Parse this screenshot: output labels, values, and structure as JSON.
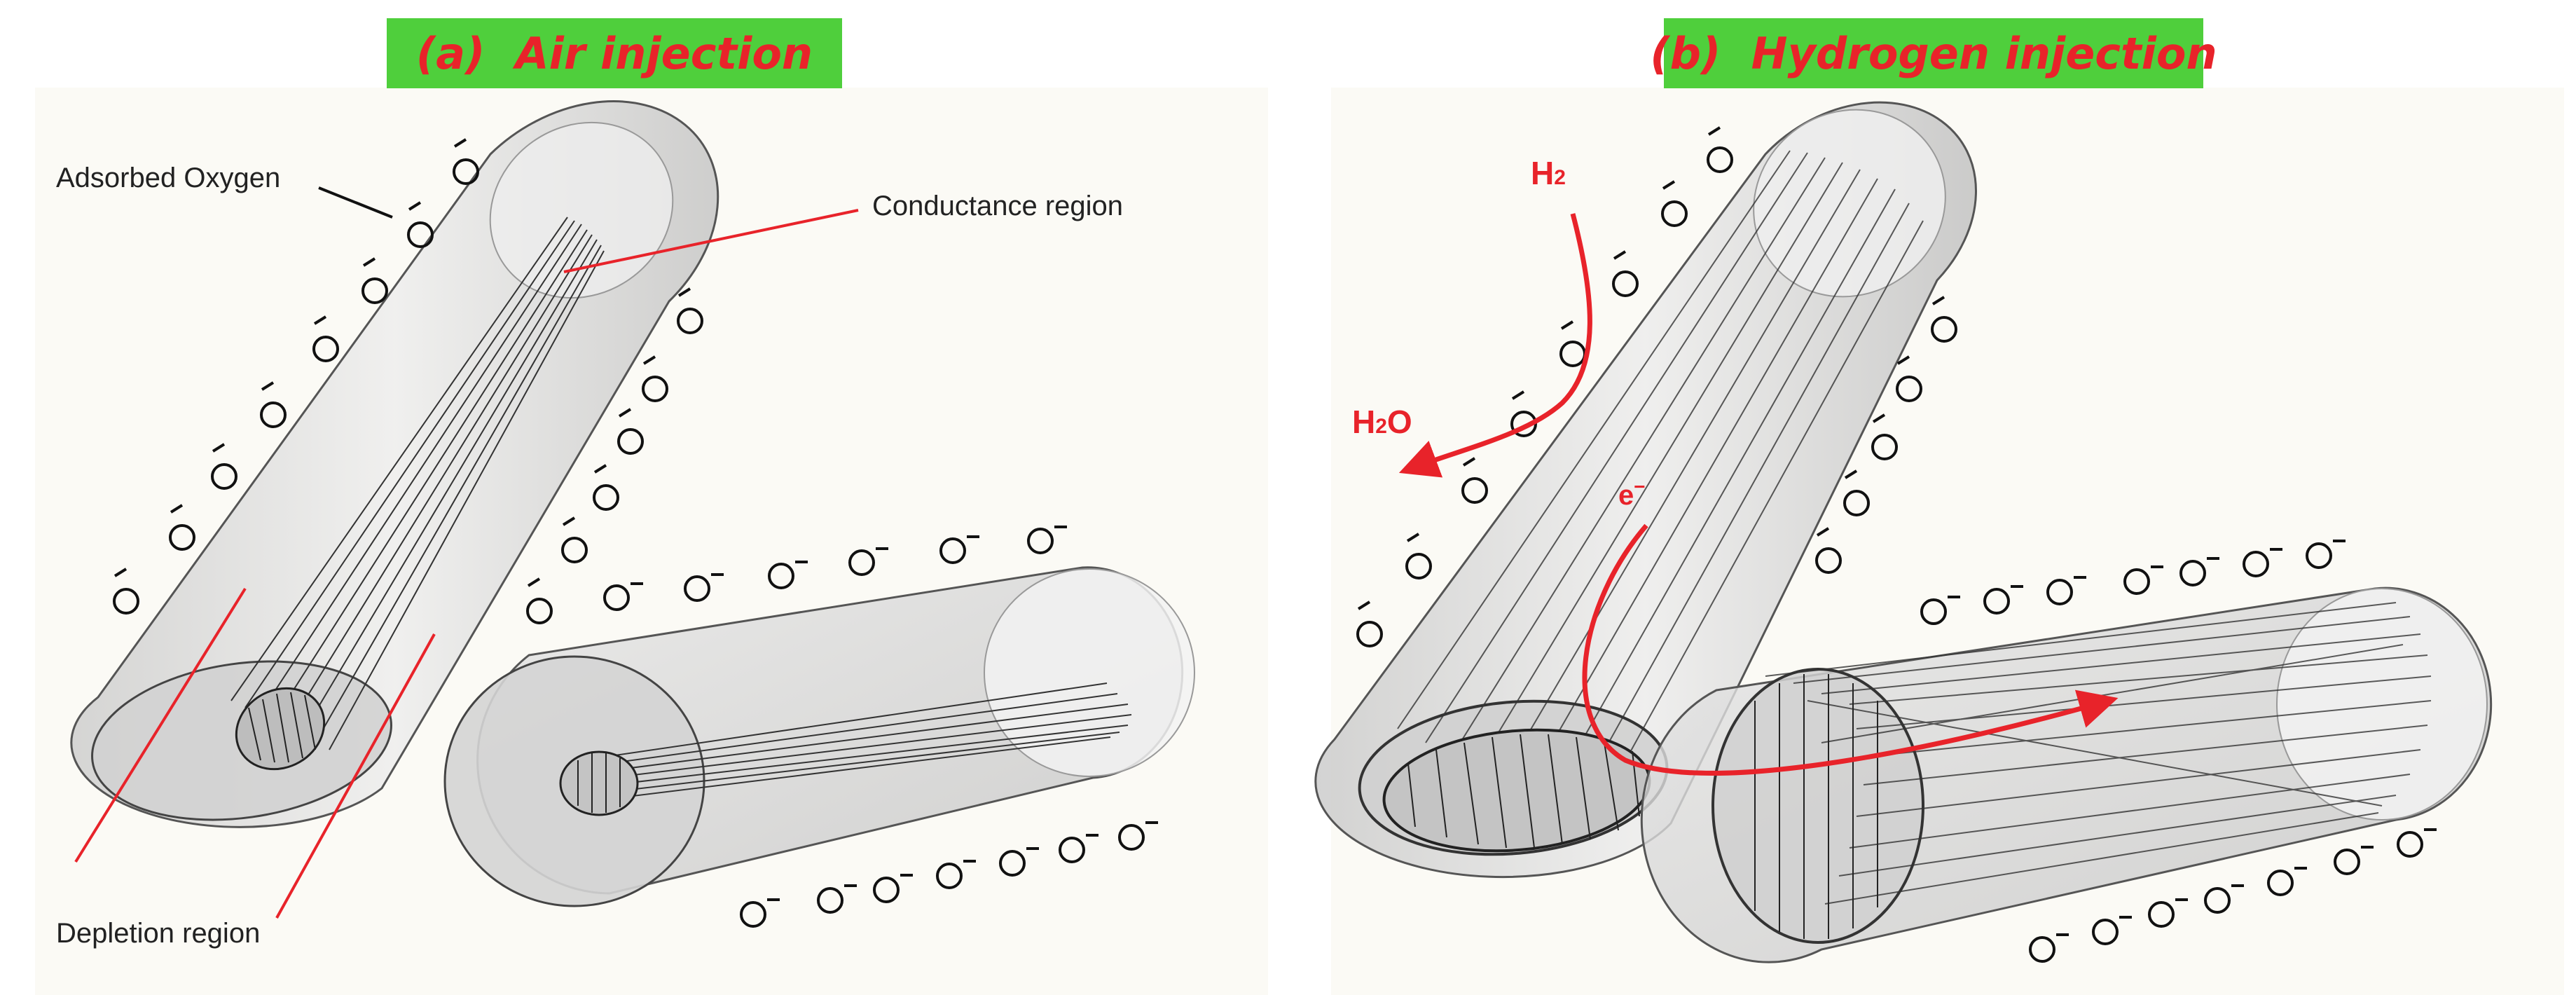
{
  "panel_a": {
    "title": "(a)  Air injection",
    "adsorbed_label": "Adsorbed Oxygen",
    "conductance_label": "Conductance region",
    "depletion_label": "Depletion region",
    "ion_symbol": "O",
    "ion_charge": "-"
  },
  "panel_b": {
    "title": "(b)  Hydrogen injection",
    "h2_label": "H",
    "h2_sub": "2",
    "h2o_label": "H",
    "h2o_sub": "2",
    "h2o_tail": "O",
    "electron_label": "e",
    "electron_sup": "−"
  },
  "colors": {
    "title_bg": "#4fcf3c",
    "title_text": "#e8232a",
    "annotation": "#e8232a",
    "cylinder_fill": "#dcdcdc",
    "panel_bg": "#fbfaf5"
  }
}
